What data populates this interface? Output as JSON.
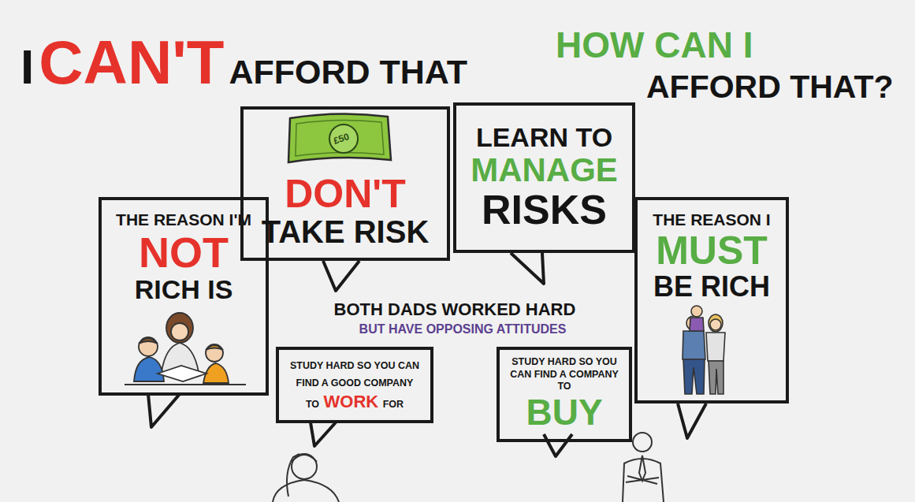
{
  "diagram": {
    "nodes": [
      {
        "text": [
          "THE REASON I'M",
          "NOT",
          "RICH IS"
        ]
      },
      {
        "text": [
          "DON'T",
          "TAKE RISK"
        ]
      },
      {
        "text": [
          "LEARN TO",
          "MANAGE",
          "RISKS"
        ]
      },
      {
        "text": [
          "THE REASON I",
          "MUST",
          "BE RICH"
        ]
      },
      {
        "text": [
          "STUDY HARD SO YOU CAN FIND A GOOD COMPANY TO",
          "WORK",
          "FOR"
        ]
      },
      {
        "text": [
          "STUDY HARD SO YOU CAN FIND A COMPANY TO",
          "BUY"
        ]
      }
    ],
    "labels": [
      "I",
      "CAN'T",
      "AFFORD THAT",
      "HOW CAN I",
      "AFFORD THAT?",
      "BOTH DADS WORKED HARD",
      "BUT HAVE OPPOSING ATTITUDES",
      "£50"
    ]
  }
}
